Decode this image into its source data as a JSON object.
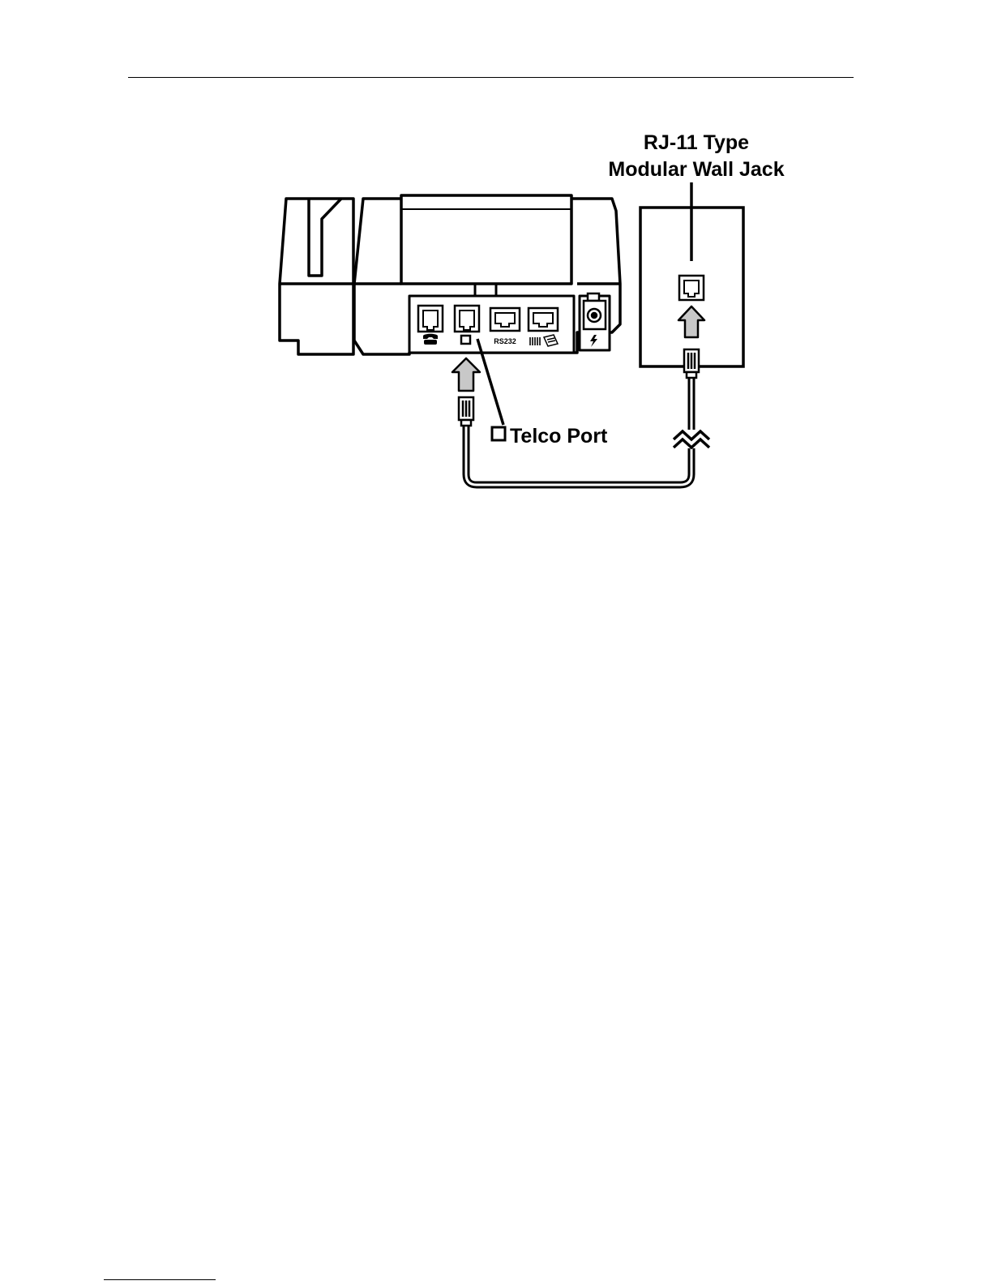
{
  "diagram": {
    "wall_jack_label_line1": "RJ-11 Type",
    "wall_jack_label_line2": "Modular Wall Jack",
    "telco_port_label": "Telco Port",
    "rs232_port_label": "RS232"
  },
  "colors": {
    "ink": "#000000",
    "arrow_fill": "#c8c8c8",
    "background": "#ffffff"
  },
  "icons": [
    "phone-icon",
    "telco-square-icon",
    "barcode-icon",
    "pinpad-icon",
    "power-bolt-icon"
  ]
}
